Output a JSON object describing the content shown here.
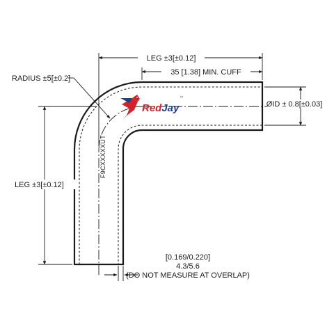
{
  "dimensions": {
    "top_leg": "LEG ±3[±0.12]",
    "cuff": "35 [1.38] MIN. CUFF",
    "radius": "RADIUS ±5[±0.2]",
    "inner_diameter": "ØID ± 0.8[±0.03]",
    "side_leg": "LEG ±3[±0.12]",
    "wall_inch": "[0.169/0.220]",
    "wall_mm": "4.3/5.6",
    "wall_note": "(DO NOT MEASURE AT OVERLAP)"
  },
  "part_number": "F9CXXXXXUT",
  "logo": {
    "red_text": "Red",
    "blue_text": "Jay",
    "mark": "™",
    "red": "#d2232a",
    "blue": "#1f3f8f"
  },
  "colors": {
    "line": "#1a1a1a"
  }
}
